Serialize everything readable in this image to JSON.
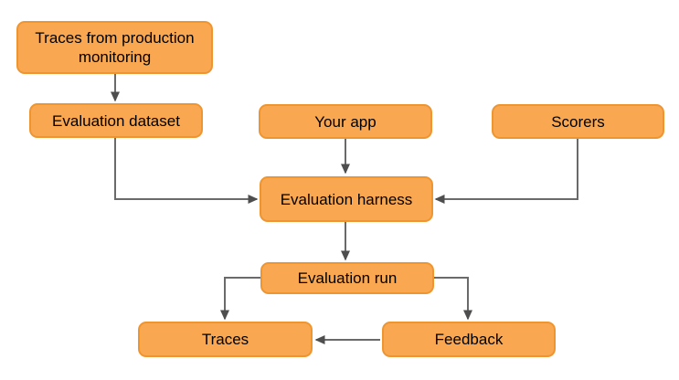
{
  "diagram": {
    "background": "#ffffff",
    "node_fill": "#f9a750",
    "node_border": "#ef9530",
    "arrow_color": "#6a6a6a",
    "arrowhead_color": "#4e4e4e",
    "text_color": "#000000",
    "nodes": {
      "traces_production": {
        "label": "Traces from production monitoring"
      },
      "evaluation_dataset": {
        "label": "Evaluation dataset"
      },
      "your_app": {
        "label": "Your app"
      },
      "scorers": {
        "label": "Scorers"
      },
      "evaluation_harness": {
        "label": "Evaluation harness"
      },
      "evaluation_run": {
        "label": "Evaluation run"
      },
      "traces": {
        "label": "Traces"
      },
      "feedback": {
        "label": "Feedback"
      }
    },
    "edges": [
      {
        "from": "Traces from production monitoring",
        "to": "Evaluation dataset"
      },
      {
        "from": "Evaluation dataset",
        "to": "Evaluation harness"
      },
      {
        "from": "Your app",
        "to": "Evaluation harness"
      },
      {
        "from": "Scorers",
        "to": "Evaluation harness"
      },
      {
        "from": "Evaluation harness",
        "to": "Evaluation run"
      },
      {
        "from": "Evaluation run",
        "to": "Traces"
      },
      {
        "from": "Evaluation run",
        "to": "Feedback"
      },
      {
        "from": "Feedback",
        "to": "Traces"
      }
    ]
  }
}
